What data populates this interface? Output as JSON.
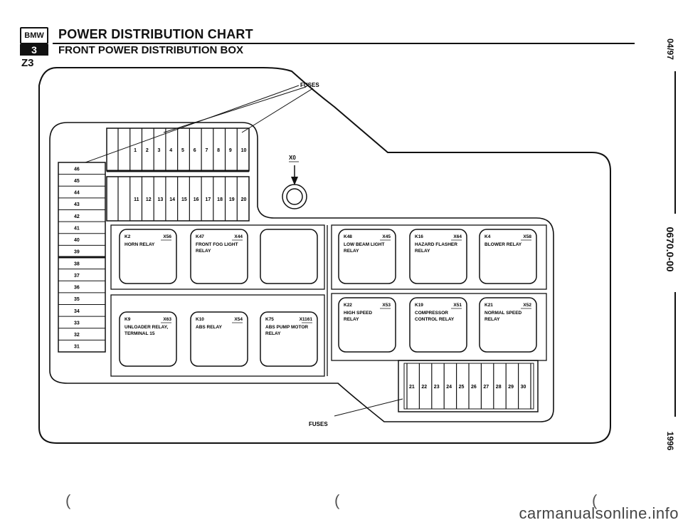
{
  "header": {
    "logo_text": "BMW",
    "series_badge": "3",
    "model": "Z3",
    "title": "POWER DISTRIBUTION CHART",
    "subtitle": "FRONT POWER DISTRIBUTION BOX"
  },
  "side_labels": {
    "date": "04/97",
    "code": "0670.0-00",
    "year": "1996"
  },
  "watermark": "carmanualsonline.info",
  "diagram": {
    "fuses_label_top": "FUSES",
    "fuses_label_bottom": "FUSES",
    "ground_label": "X0",
    "upper_fuses_row1": [
      "1",
      "2",
      "3",
      "4",
      "5",
      "6",
      "7",
      "8",
      "9",
      "10"
    ],
    "upper_fuses_row2": [
      "11",
      "12",
      "13",
      "14",
      "15",
      "16",
      "17",
      "18",
      "19",
      "20"
    ],
    "lower_fuses": [
      "21",
      "22",
      "23",
      "24",
      "25",
      "26",
      "27",
      "28",
      "29",
      "30"
    ],
    "side_fuses": [
      "46",
      "45",
      "44",
      "43",
      "42",
      "41",
      "40",
      "39",
      "38",
      "37",
      "36",
      "35",
      "34",
      "33",
      "32",
      "31"
    ],
    "relays_row1": [
      {
        "id": "K2",
        "conn": "X56",
        "name": "HORN RELAY"
      },
      {
        "id": "K47",
        "conn": "X44",
        "name": "FRONT FOG LIGHT\nRELAY"
      },
      {
        "id": "",
        "conn": "",
        "name": ""
      },
      {
        "id": "K48",
        "conn": "X45",
        "name": "LOW BEAM LIGHT\nRELAY"
      },
      {
        "id": "K16",
        "conn": "X64",
        "name": "HAZARD FLASHER\nRELAY"
      },
      {
        "id": "K4",
        "conn": "X58",
        "name": "BLOWER RELAY"
      }
    ],
    "relays_row2": [
      {
        "id": "K9",
        "conn": "X63",
        "name": "UNLOADER RELAY,\nTERMINAL 15"
      },
      {
        "id": "K10",
        "conn": "X54",
        "name": "ABS RELAY"
      },
      {
        "id": "K75",
        "conn": "X1161",
        "name": "ABS PUMP MOTOR\nRELAY"
      },
      {
        "id": "K22",
        "conn": "X53",
        "name": "HIGH SPEED\nRELAY"
      },
      {
        "id": "K19",
        "conn": "X51",
        "name": "COMPRESSOR\nCONTROL RELAY"
      },
      {
        "id": "K21",
        "conn": "X52",
        "name": "NORMAL SPEED\nRELAY"
      }
    ]
  }
}
